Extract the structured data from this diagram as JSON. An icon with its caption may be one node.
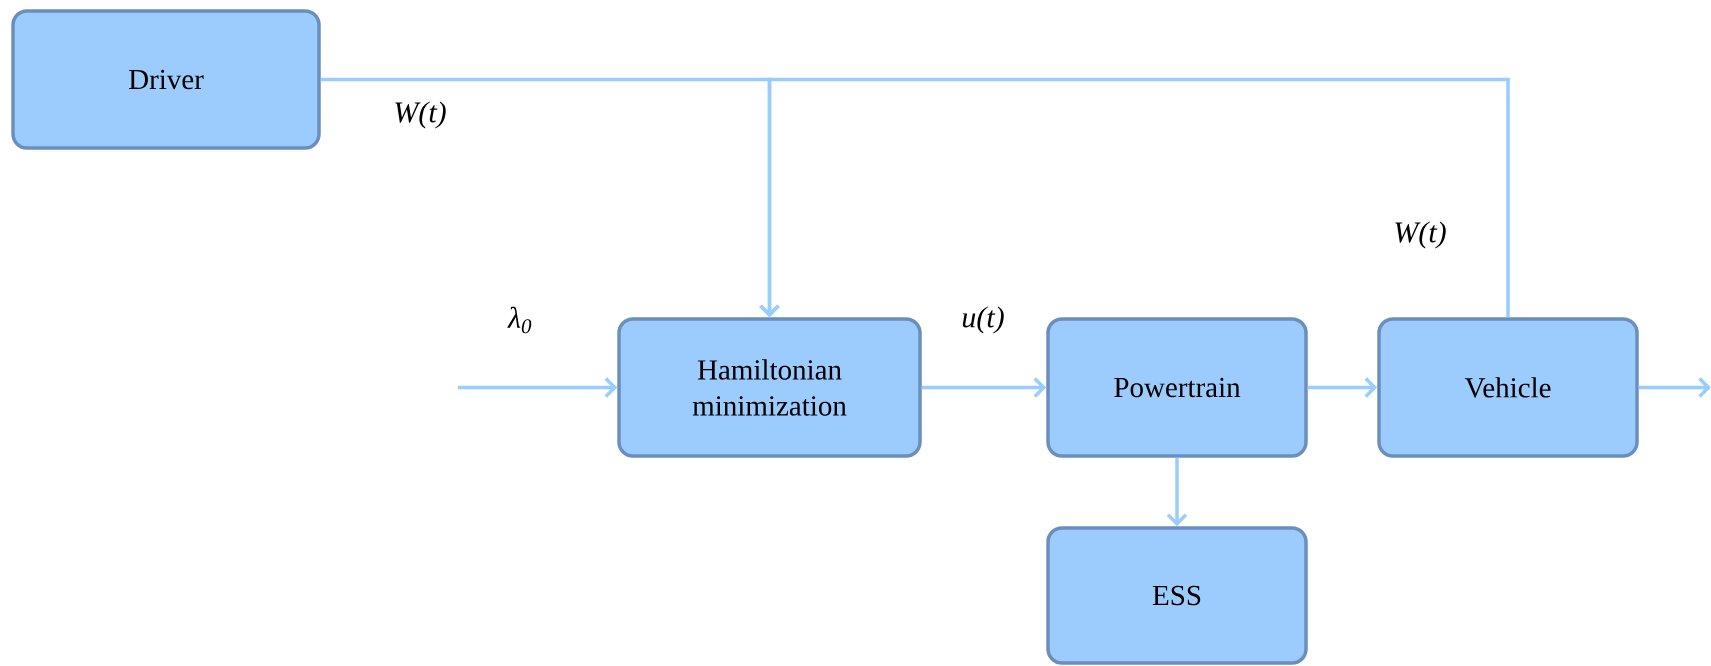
{
  "diagram": {
    "nodes": [
      {
        "text": [
          "Driver"
        ]
      },
      {
        "text": [
          "Hamiltonian minimization"
        ]
      },
      {
        "text": [
          "Powertrain"
        ]
      },
      {
        "text": [
          "Vehicle"
        ]
      },
      {
        "text": [
          "ESS"
        ]
      }
    ],
    "edges": [
      {
        "from": 0,
        "to": 1,
        "arrow": "to",
        "label": "W(t)"
      },
      {
        "from": 3,
        "to": 1,
        "arrow": "to",
        "label": "W(t)"
      },
      {
        "from": null,
        "to": 1,
        "arrow": "to",
        "label": "λ$_{0}$"
      },
      {
        "from": 1,
        "to": 2,
        "arrow": "to",
        "label": "u(t)"
      },
      {
        "from": 2,
        "to": 3,
        "arrow": "to"
      },
      {
        "from": 2,
        "to": 4,
        "arrow": "to"
      },
      {
        "from": 3,
        "to": null,
        "arrow": "to"
      }
    ]
  }
}
